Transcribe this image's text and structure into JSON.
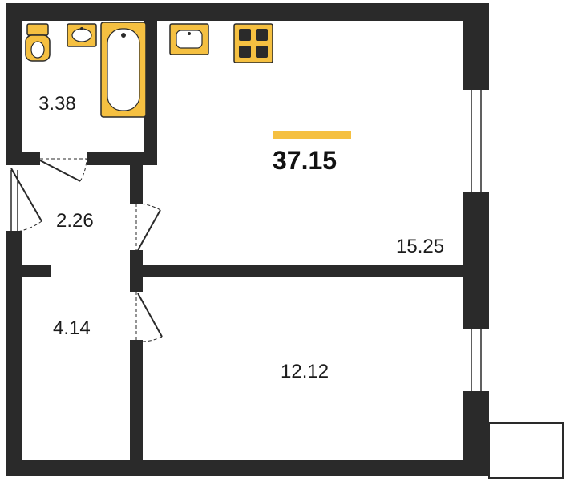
{
  "plan": {
    "total_area": "37.15",
    "accent_color": "#f5c041",
    "wall_color": "#2a2a2a",
    "rooms": [
      {
        "id": "bathroom",
        "area": "3.38"
      },
      {
        "id": "hallway",
        "area": "2.26"
      },
      {
        "id": "storage",
        "area": "4.14"
      },
      {
        "id": "living-kitchen",
        "area": "15.25"
      },
      {
        "id": "bedroom",
        "area": "12.12"
      }
    ],
    "icons": [
      "toilet-icon",
      "washbasin-icon",
      "bathtub-icon",
      "kitchen-sink-icon",
      "stove-icon",
      "door-icon",
      "window-icon"
    ]
  }
}
